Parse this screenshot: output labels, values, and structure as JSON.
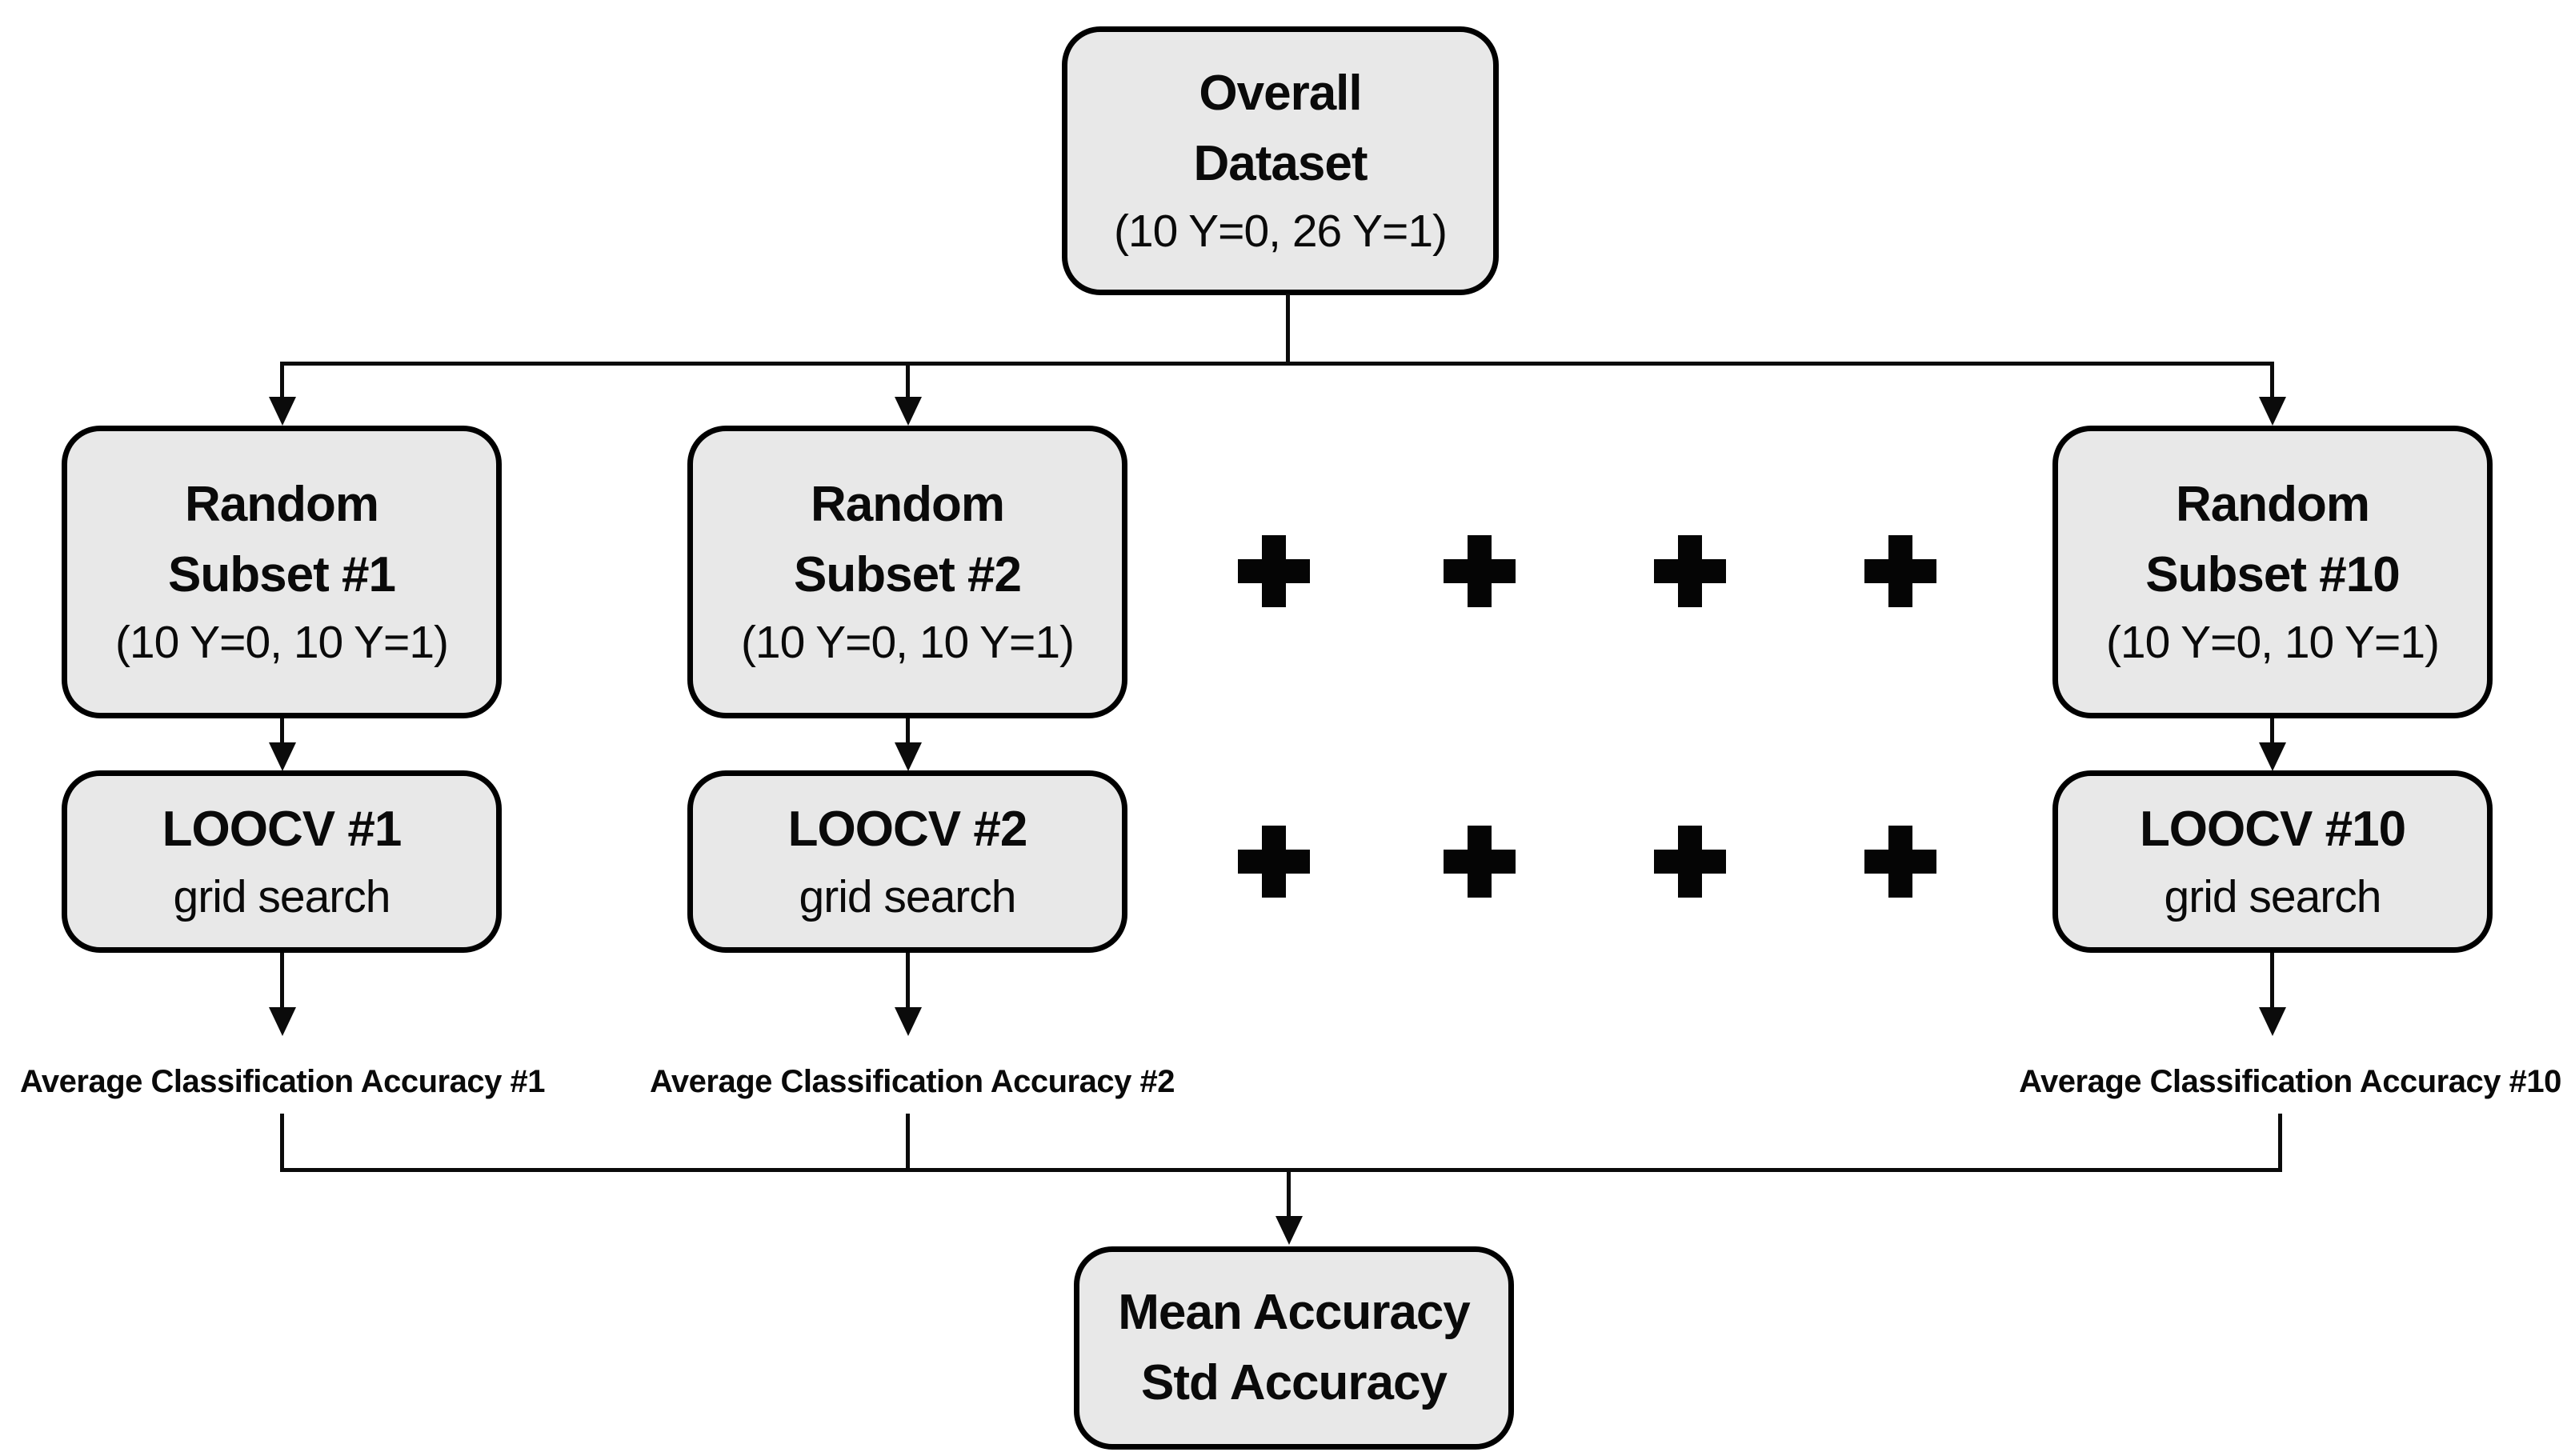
{
  "colors": {
    "background": "#ffffff",
    "box_fill": "#e8e8e8",
    "box_border": "#000000",
    "connector": "#0b0b0b"
  },
  "top_box": {
    "line1": "Overall",
    "line2": "Dataset",
    "line3": "(10 Y=0, 26 Y=1)"
  },
  "columns": [
    {
      "subset": {
        "line1": "Random",
        "line2": "Subset #1",
        "line3": "(10 Y=0, 10 Y=1)"
      },
      "loocv": {
        "line1": "LOOCV #1",
        "line2": "grid search"
      },
      "accuracy_label": "Average Classification Accuracy #1"
    },
    {
      "subset": {
        "line1": "Random",
        "line2": "Subset #2",
        "line3": "(10 Y=0, 10 Y=1)"
      },
      "loocv": {
        "line1": "LOOCV #2",
        "line2": "grid search"
      },
      "accuracy_label": "Average Classification Accuracy #2"
    },
    {
      "subset": {
        "line1": "Random",
        "line2": "Subset #10",
        "line3": "(10 Y=0, 10 Y=1)"
      },
      "loocv": {
        "line1": "LOOCV #10",
        "line2": "grid search"
      },
      "accuracy_label": "Average Classification Accuracy #10"
    }
  ],
  "ellipsis": {
    "symbol": "plus",
    "rows": 2,
    "per_row": 4
  },
  "bottom_box": {
    "line1": "Mean Accuracy",
    "line2": "Std Accuracy"
  }
}
